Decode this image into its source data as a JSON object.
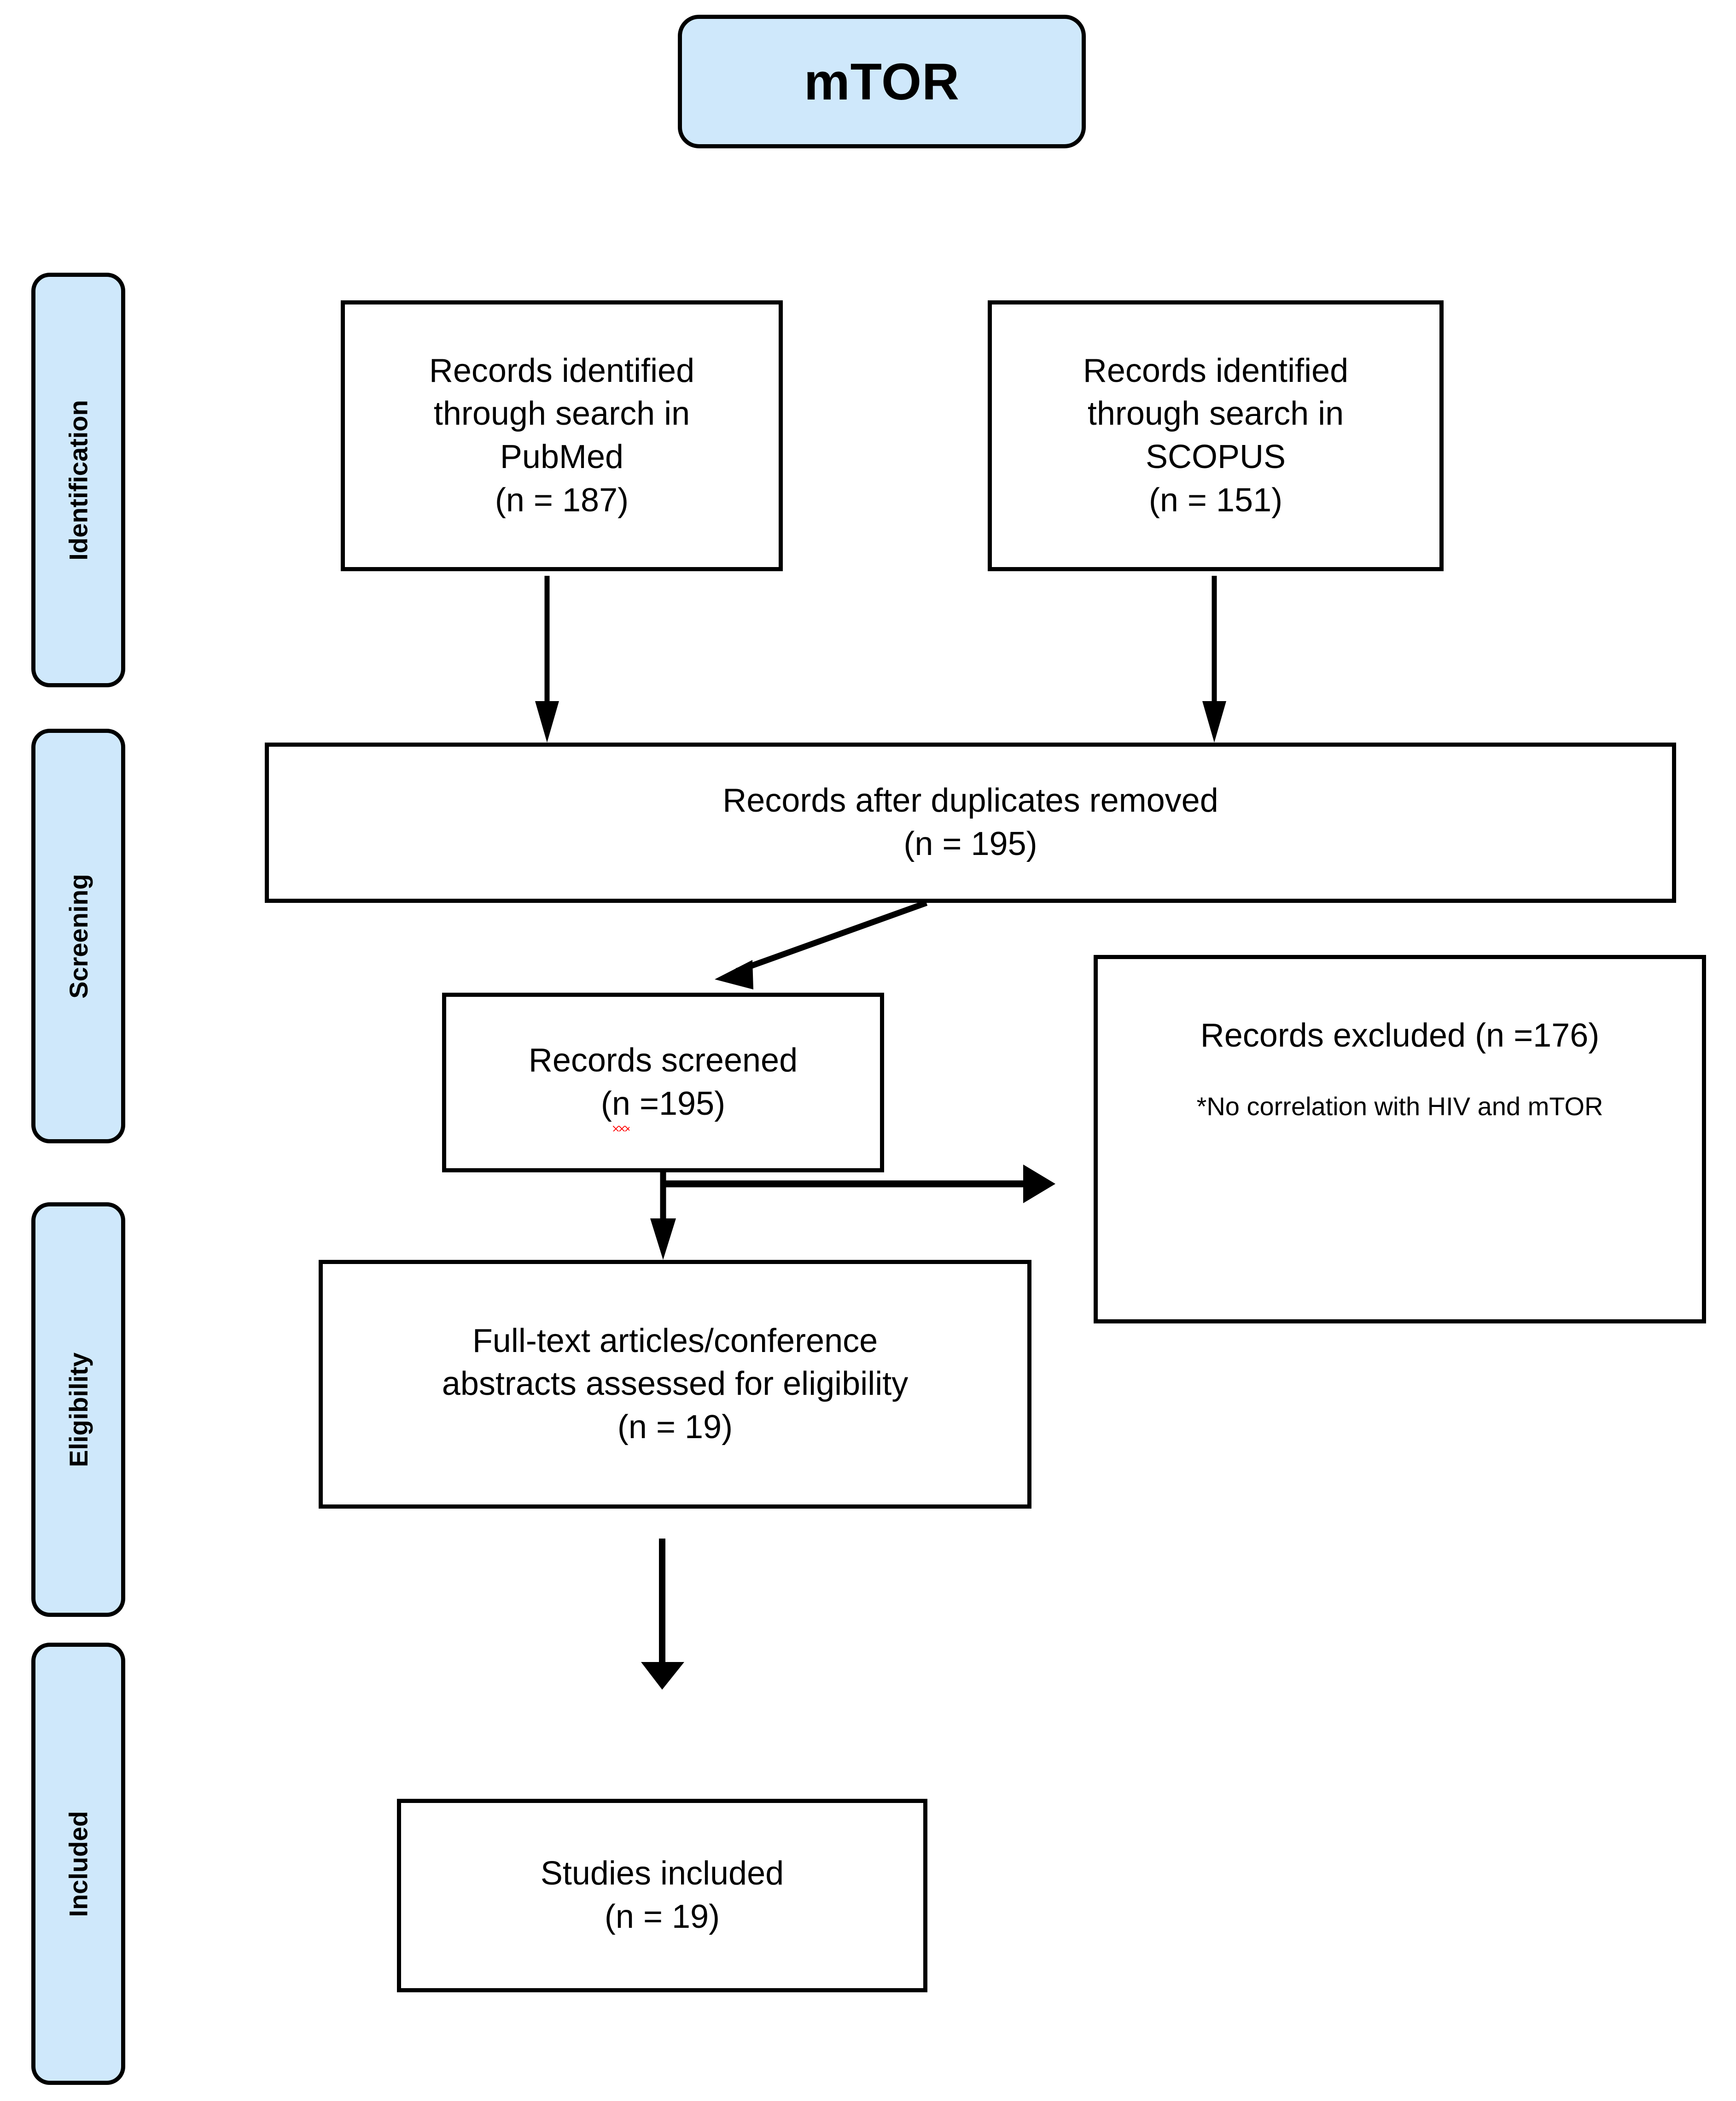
{
  "diagram": {
    "type": "prisma-flow-diagram",
    "title": "mTOR"
  },
  "stages": [
    {
      "key": "identification",
      "label": "Identification"
    },
    {
      "key": "screening",
      "label": "Screening"
    },
    {
      "key": "eligibility",
      "label": "Eligibility"
    },
    {
      "key": "included",
      "label": "Included"
    }
  ],
  "boxes": {
    "pubmed": {
      "line1": "Records identified",
      "line2": "through search in",
      "line3": "PubMed",
      "count": "(n =  187)"
    },
    "scopus": {
      "line1": "Records identified",
      "line2": "through search in",
      "line3": "SCOPUS",
      "count": "(n =  151)"
    },
    "duplicates_removed": {
      "line1": "Records after duplicates removed",
      "count": "(n = 195)"
    },
    "records_screened": {
      "line1": "Records screened",
      "count_prefix": "(",
      "count_flagged": "n",
      "count_suffix": " =195)"
    },
    "records_excluded": {
      "line1": "Records excluded (n =176)",
      "note": "*No correlation with HIV and mTOR"
    },
    "full_text_assessed": {
      "line1": "Full-text articles/conference",
      "line2": "abstracts assessed for eligibility",
      "count": "(n = 19)"
    },
    "studies_included": {
      "line1": "Studies included",
      "count": "(n = 19)"
    }
  },
  "colors": {
    "stage_fill": "#cfe8fb",
    "stroke": "#000000",
    "box_fill": "#ffffff",
    "spellcheck_underline": "#ff0000"
  },
  "connectors": [
    {
      "name": "pubmed-to-duplicates",
      "from": "pubmed",
      "to": "duplicates_removed",
      "style": "straight-down"
    },
    {
      "name": "scopus-to-duplicates",
      "from": "scopus",
      "to": "duplicates_removed",
      "style": "straight-down"
    },
    {
      "name": "duplicates-to-screened",
      "from": "duplicates_removed",
      "to": "records_screened",
      "style": "diagonal-down-left"
    },
    {
      "name": "screened-to-excluded",
      "from": "records_screened",
      "to": "records_excluded",
      "style": "branch-right"
    },
    {
      "name": "screened-to-fulltext",
      "from": "records_screened",
      "to": "full_text_assessed",
      "style": "straight-down"
    },
    {
      "name": "fulltext-to-studies-included",
      "from": "full_text_assessed",
      "to": "studies_included",
      "style": "straight-down"
    }
  ]
}
